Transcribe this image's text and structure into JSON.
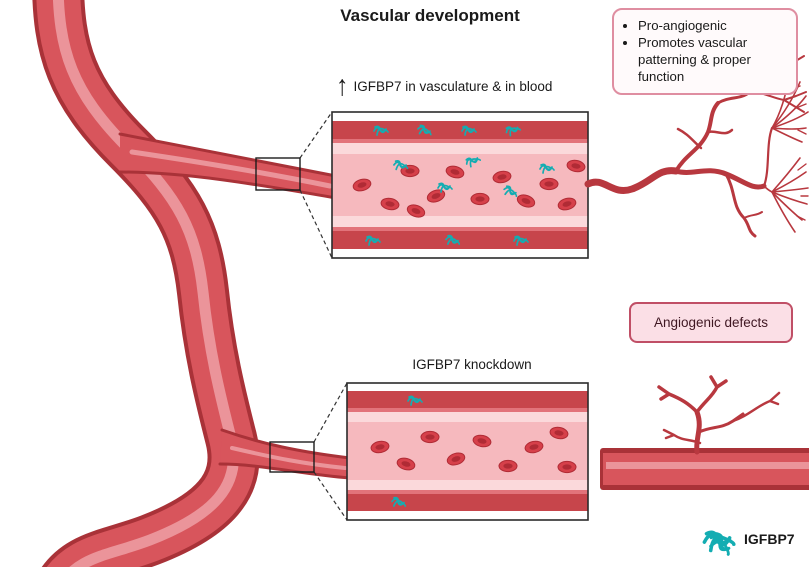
{
  "title": "Vascular development",
  "top_panel": {
    "arrow": "↑",
    "label": "IGFBP7 in vasculature & in blood"
  },
  "bottom_panel": {
    "label": "IGFBP7 knockdown"
  },
  "benefits": {
    "items": [
      "Pro-angiogenic",
      "Promotes vascular patterning & proper function"
    ]
  },
  "defects": {
    "label": "Angiogenic defects"
  },
  "legend": {
    "label": "IGFBP7",
    "icon": "igfbp7-protein-icon"
  },
  "icons": {
    "protein": "igfbp7-protein-icon",
    "red_blood_cell": "red-blood-cell-icon",
    "up_arrow": "up-arrow-icon"
  },
  "colors": {
    "vessel_red": "#d8555c",
    "vessel_dark": "#a93238",
    "vessel_hi": "#efa0a5",
    "vessel_band": "#c7454b",
    "wall_mid": "#e2737a",
    "wall_light": "#fbd9db",
    "lumen": "#f6b9be",
    "rbc": "#d6404a",
    "rbc_dark": "#b02b35",
    "teal": "#14adb2",
    "defects_bg": "#fbdfe6",
    "defects_border": "#c04f66",
    "defects_text": "#3f1722",
    "benefits_border": "#df8ea1",
    "capillary": "#b8383f",
    "ink": "#1a1a1a"
  }
}
